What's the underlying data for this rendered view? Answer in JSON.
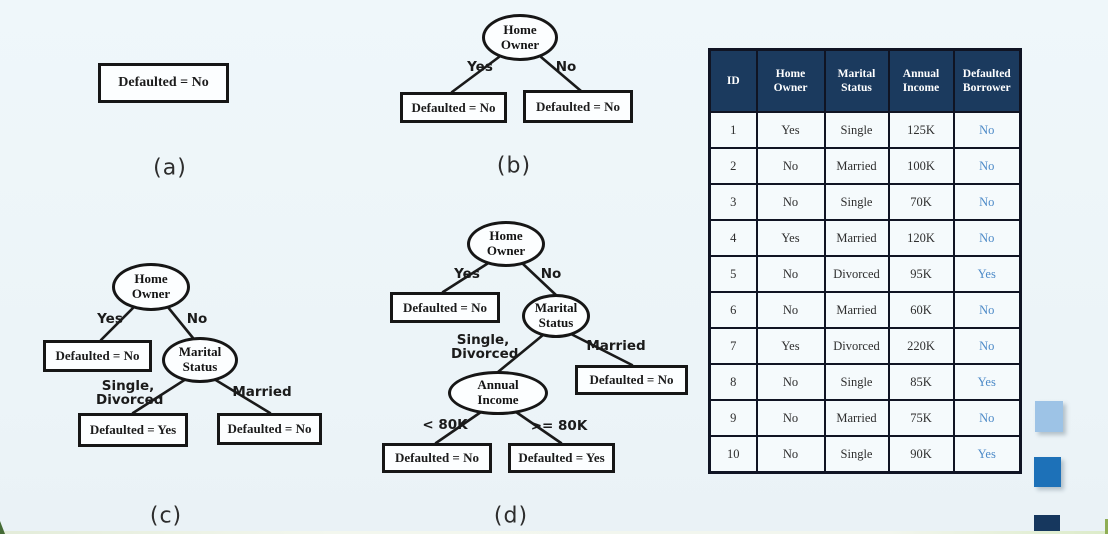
{
  "panels": {
    "a": {
      "caption": "(a)",
      "leaf": "Defaulted = No"
    },
    "b": {
      "caption": "(b)",
      "root": "Home Owner",
      "branch_yes": "Yes",
      "branch_no": "No",
      "leaf_yes": "Defaulted = No",
      "leaf_no": "Defaulted = No"
    },
    "c": {
      "caption": "(c)",
      "root": "Home Owner",
      "branch_yes": "Yes",
      "branch_no": "No",
      "leaf_yes": "Defaulted = No",
      "node_marital": "Marital Status",
      "branch_single_divorced": "Single, Divorced",
      "branch_married": "Married",
      "leaf_single_divorced": "Defaulted = Yes",
      "leaf_married": "Defaulted = No"
    },
    "d": {
      "caption": "(d)",
      "root": "Home Owner",
      "branch_yes": "Yes",
      "branch_no": "No",
      "leaf_yes": "Defaulted = No",
      "node_marital": "Marital Status",
      "branch_single_divorced": "Single, Divorced",
      "branch_married": "Married",
      "leaf_married": "Defaulted = No",
      "node_income": "Annual Income",
      "branch_lt_80k": "< 80K",
      "branch_gte_80k": ">= 80K",
      "leaf_lt_80k": "Defaulted = No",
      "leaf_gte_80k": "Defaulted = Yes"
    }
  },
  "table": {
    "headers": [
      "ID",
      "Home Owner",
      "Marital Status",
      "Annual Income",
      "Defaulted Borrower"
    ],
    "rows": [
      [
        "1",
        "Yes",
        "Single",
        "125K",
        "No"
      ],
      [
        "2",
        "No",
        "Married",
        "100K",
        "No"
      ],
      [
        "3",
        "No",
        "Single",
        "70K",
        "No"
      ],
      [
        "4",
        "Yes",
        "Married",
        "120K",
        "No"
      ],
      [
        "5",
        "No",
        "Divorced",
        "95K",
        "Yes"
      ],
      [
        "6",
        "No",
        "Married",
        "60K",
        "No"
      ],
      [
        "7",
        "Yes",
        "Divorced",
        "220K",
        "No"
      ],
      [
        "8",
        "No",
        "Single",
        "85K",
        "Yes"
      ],
      [
        "9",
        "No",
        "Married",
        "75K",
        "No"
      ],
      [
        "10",
        "No",
        "Single",
        "90K",
        "Yes"
      ]
    ]
  },
  "colors": {
    "slide_background": "#edf5f8",
    "table_header_bg": "#1b3a5e",
    "table_header_text": "#ffffff",
    "table_border": "#101423",
    "defaulted_value_text": "#4e8bc8",
    "swatch_light_blue": "#9dc3e6",
    "swatch_medium_blue": "#1d71b8",
    "swatch_dark_navy": "#16375e"
  }
}
